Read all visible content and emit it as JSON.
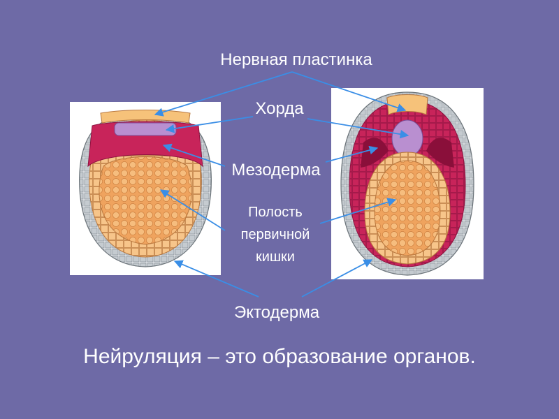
{
  "labels": {
    "neural_plate": "Нервная пластинка",
    "notochord": "Хорда",
    "mesoderm": "Мезодерма",
    "gut_cavity_line1": "Полость",
    "gut_cavity_line2": "первичной",
    "gut_cavity_line3": "кишки",
    "ectoderm": "Эктодерма"
  },
  "caption": "Нейруляция – это образование органов.",
  "colors": {
    "background": "#6e6aa6",
    "pointer_lines": "#3a8ee6",
    "ectoderm": "#c9ced3",
    "endoderm_cells": "#f3b36a",
    "mesoderm": "#c8245a",
    "notochord": "#b98fd0",
    "neural_plate": "#f6c27a",
    "yolk": "#e99a55"
  }
}
